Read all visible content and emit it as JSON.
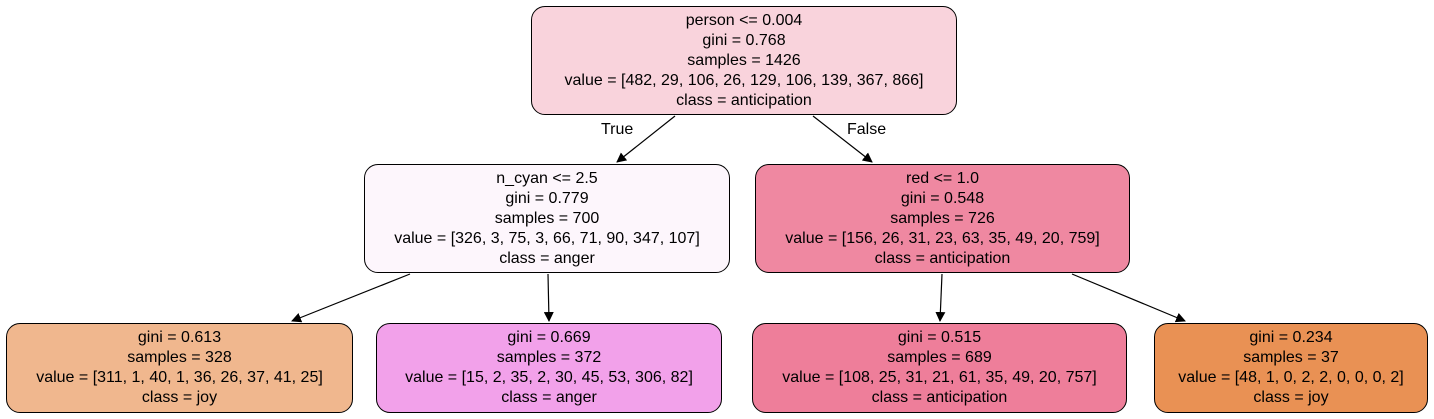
{
  "tree": {
    "nodes": [
      {
        "id": "n0",
        "split": "person <= 0.004",
        "gini": "gini = 0.768",
        "samples": "samples = 1426",
        "value": "value = [482, 29, 106, 26, 129, 106, 139, 367, 866]",
        "class": "class = anticipation",
        "fill": "#f9d3dc"
      },
      {
        "id": "n1",
        "split": "n_cyan <= 2.5",
        "gini": "gini = 0.779",
        "samples": "samples = 700",
        "value": "value = [326, 3, 75, 3, 66, 71, 90, 347, 107]",
        "class": "class = anger",
        "fill": "#fdf6fc"
      },
      {
        "id": "n2",
        "split": "red <= 1.0",
        "gini": "gini = 0.548",
        "samples": "samples = 726",
        "value": "value = [156, 26, 31, 23, 63, 35, 49, 20, 759]",
        "class": "class = anticipation",
        "fill": "#ef88a1"
      },
      {
        "id": "n3",
        "split": "",
        "gini": "gini = 0.613",
        "samples": "samples = 328",
        "value": "value = [311, 1, 40, 1, 36, 26, 37, 41, 25]",
        "class": "class = joy",
        "fill": "#f0b78e"
      },
      {
        "id": "n4",
        "split": "",
        "gini": "gini = 0.669",
        "samples": "samples = 372",
        "value": "value = [15, 2, 35, 2, 30, 45, 53, 306, 82]",
        "class": "class = anger",
        "fill": "#f2a1ea"
      },
      {
        "id": "n5",
        "split": "",
        "gini": "gini = 0.515",
        "samples": "samples = 689",
        "value": "value = [108, 25, 31, 21, 61, 35, 49, 20, 757]",
        "class": "class = anticipation",
        "fill": "#ee7e9a"
      },
      {
        "id": "n6",
        "split": "",
        "gini": "gini = 0.234",
        "samples": "samples = 37",
        "value": "value = [48, 1, 0, 2, 2, 0, 0, 0, 2]",
        "class": "class = joy",
        "fill": "#e99154"
      }
    ],
    "edge_labels": {
      "true": "True",
      "false": "False"
    },
    "colors": {
      "edge": "#000000",
      "border": "#000000"
    }
  }
}
